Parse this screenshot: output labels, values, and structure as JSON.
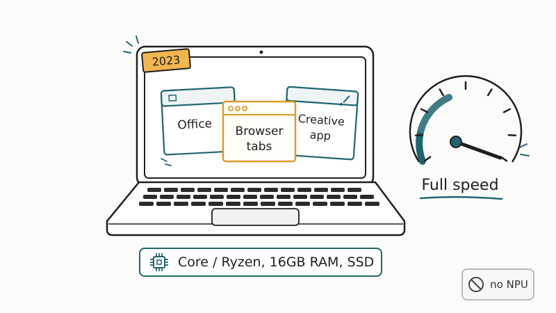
{
  "laptop": {
    "year_badge": "2023",
    "windows": [
      {
        "id": "office",
        "label_lines": [
          "Office"
        ]
      },
      {
        "id": "browser",
        "label_lines": [
          "Browser",
          "tabs"
        ]
      },
      {
        "id": "creative",
        "label_lines": [
          "Creative",
          "app"
        ]
      }
    ]
  },
  "gauge": {
    "label": "Full speed"
  },
  "specs": {
    "text": "Core / Ryzen, 16GB RAM, SSD",
    "icon": "cpu-chip-icon"
  },
  "npu_badge": {
    "text": "no NPU",
    "icon": "prohibited-icon"
  },
  "colors": {
    "teal": "#1f6570",
    "orange": "#d99a2b",
    "badge_fill": "#f2b650",
    "ink": "#1e1e1e"
  }
}
